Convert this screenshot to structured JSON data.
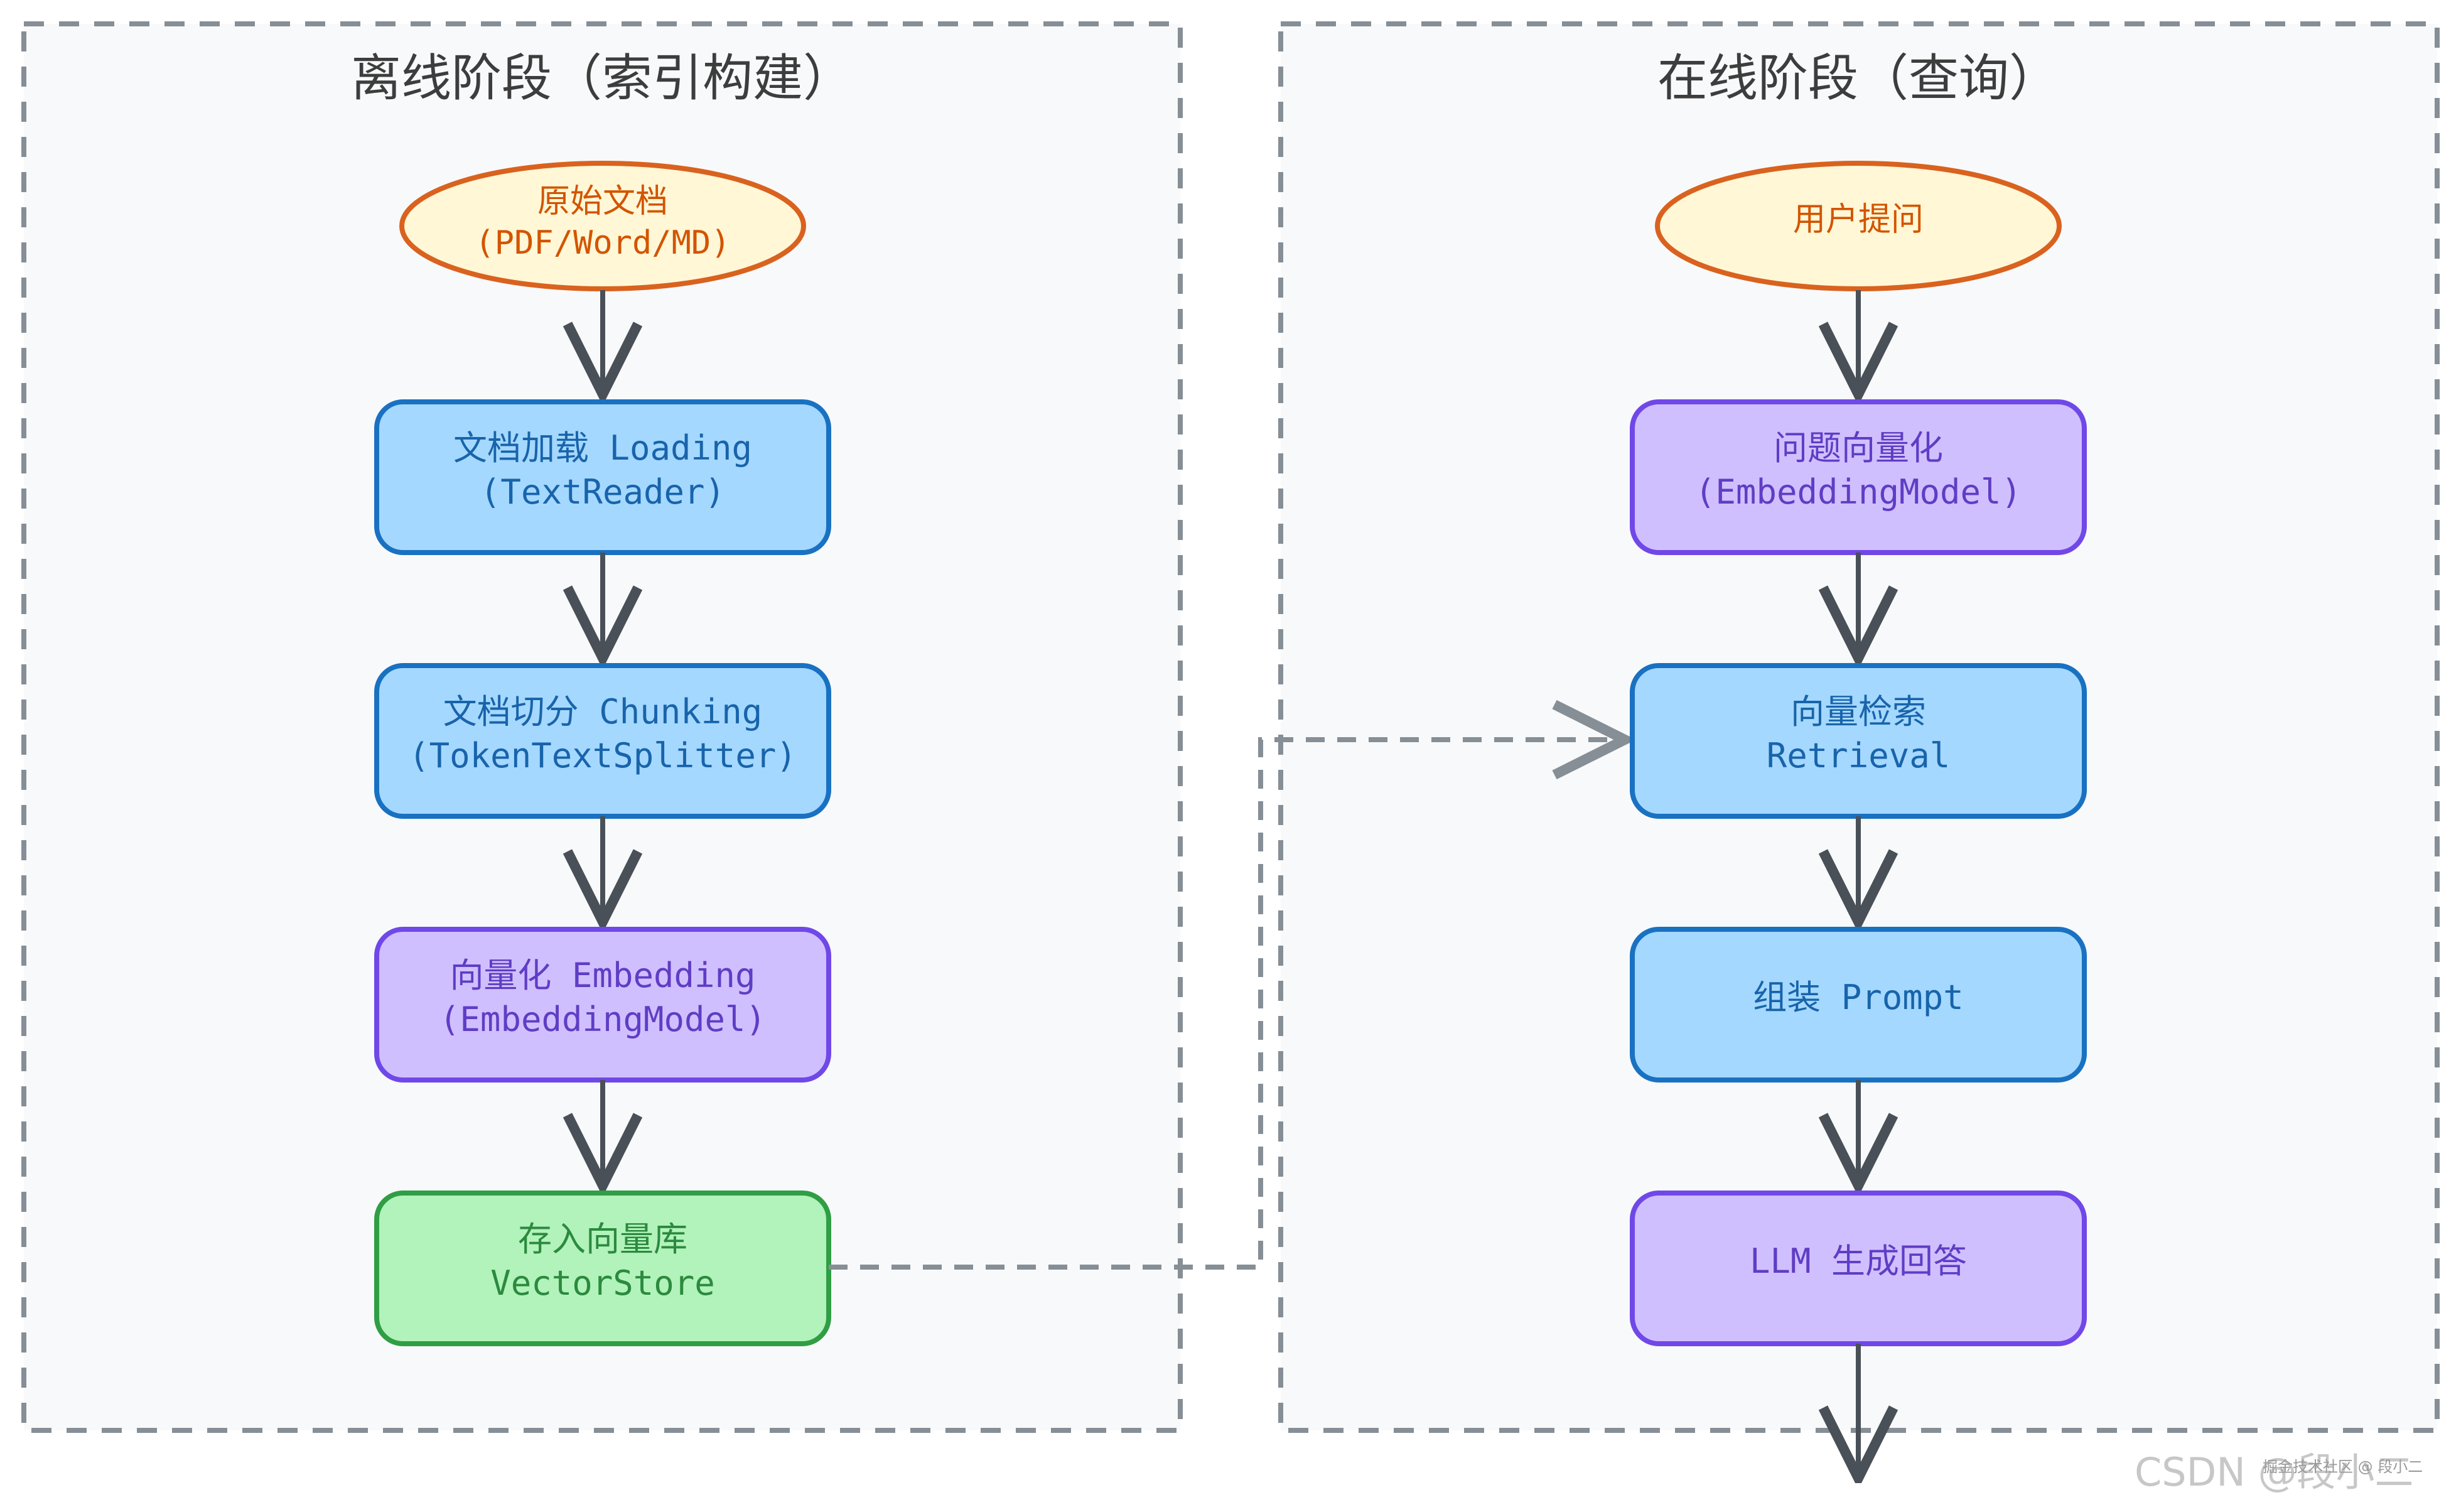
{
  "colors": {
    "background": "#ffffff",
    "panel_fill": "#f8f9fa",
    "panel_border": "#868e96",
    "arrow": "#495057",
    "start_fill": "#fff7d6",
    "start_border": "#d9621f",
    "start_text": "#d35400",
    "blue_fill": "#a5d8ff",
    "blue_border": "#1971c2",
    "blue_text": "#1864ab",
    "purple_fill": "#d0bfff",
    "purple_border": "#7048e8",
    "purple_text": "#5f3dc4",
    "green_fill": "#b2f2bb",
    "green_border": "#2f9e44",
    "green_text": "#2b8a3e"
  },
  "offline": {
    "title": "离线阶段（索引构建）",
    "start": {
      "line1": "原始文档",
      "line2": "(PDF/Word/MD)"
    },
    "steps": [
      {
        "line1": "文档加载 Loading",
        "line2": "(TextReader)",
        "style": "blue"
      },
      {
        "line1": "文档切分 Chunking",
        "line2": "(TokenTextSplitter)",
        "style": "blue"
      },
      {
        "line1": "向量化 Embedding",
        "line2": "(EmbeddingModel)",
        "style": "purple"
      },
      {
        "line1": "存入向量库",
        "line2": "VectorStore",
        "style": "green"
      }
    ]
  },
  "online": {
    "title": "在线阶段（查询）",
    "start": {
      "line1": "用户提问"
    },
    "steps": [
      {
        "line1": "问题向量化",
        "line2": "(EmbeddingModel)",
        "style": "purple"
      },
      {
        "line1": "向量检索",
        "line2": "Retrieval",
        "style": "blue"
      },
      {
        "line1": "组装 Prompt",
        "style": "blue"
      },
      {
        "line1": "LLM 生成回答",
        "style": "purple"
      }
    ]
  },
  "connector": {
    "from": "存入向量库",
    "to": "向量检索",
    "style": "dashed"
  },
  "watermark": {
    "main": "CSDN @段小二",
    "small": "掘金技术社区 @ 段小二"
  }
}
